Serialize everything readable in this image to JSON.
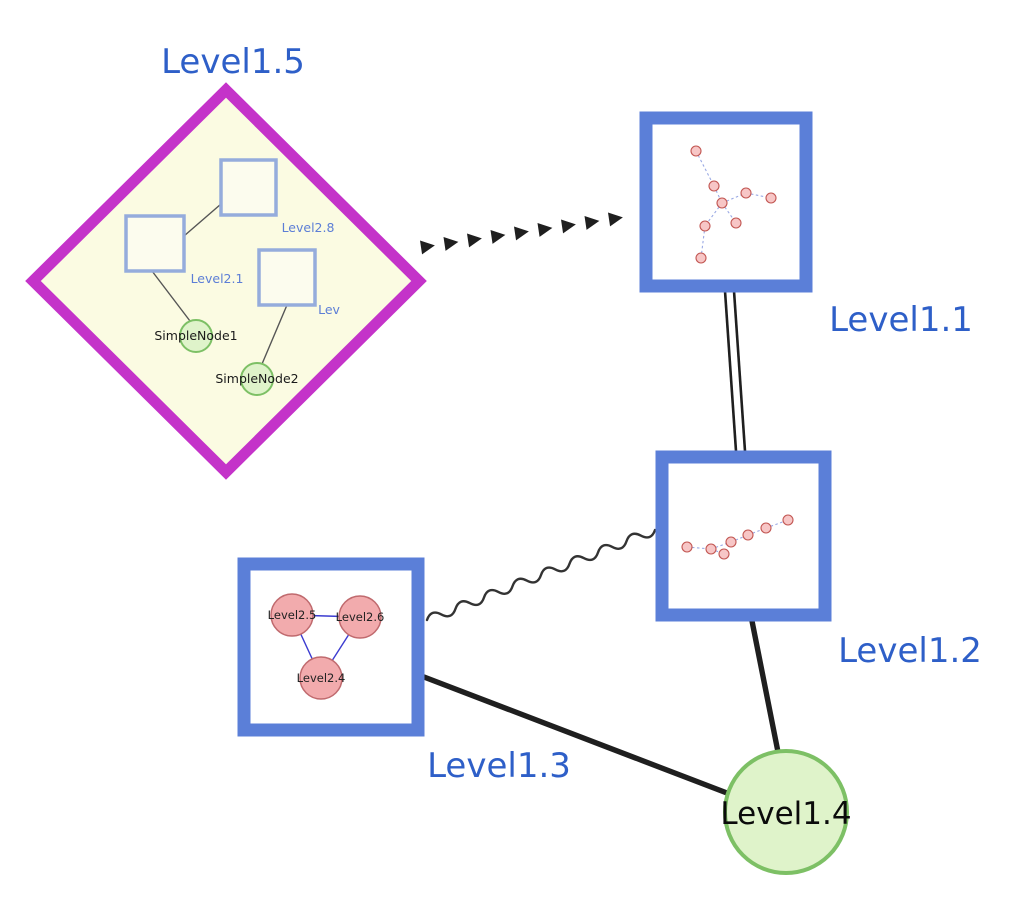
{
  "diagram": {
    "type": "nested-graph-visualization",
    "background": "#FFFFFF",
    "labels": {
      "level1_5": "Level1.5",
      "level1_1": "Level1.1",
      "level1_2": "Level1.2",
      "level1_3": "Level1.3",
      "level1_4": "Level1.4",
      "level2_8": "Level2.8",
      "level2_1": "Level2.1",
      "level2_trunc": "Lev",
      "simple_node_1": "SimpleNode1",
      "simple_node_2": "SimpleNode2",
      "level2_5": "Level2.5",
      "level2_6": "Level2.6",
      "level2_4": "Level2.4"
    },
    "colors": {
      "label_blue": "#2E5FC8",
      "inner_label_blue": "#5C7ED6",
      "node_border_blue": "#5B7FD8",
      "diamond_border": "#C433C9",
      "diamond_fill": "#FBFBE2",
      "inner_square_fill": "#FCFCEE",
      "inner_square_border": "#95ACDC",
      "green_fill": "#DFF3CA",
      "green_border": "#7DC065",
      "pink_fill": "#F2ABAD",
      "pink_border": "#C06A6E",
      "mini_dot_fill": "#F7C6C6",
      "mini_dot_border": "#C25652",
      "edge_dark": "#1F1F1F",
      "thin_edge_gray": "#555555",
      "inner_edge_blue": "#3B3BD0",
      "dashed_blue": "#9AA9E4",
      "wavy_gray": "#333333",
      "text_dark": "#1A1A1A"
    },
    "edges": [
      {
        "from": "Level1.5",
        "to": "Level1.1",
        "style": "dashed-arrowheads"
      },
      {
        "from": "Level1.1",
        "to": "Level1.2",
        "style": "double-line"
      },
      {
        "from": "Level1.3",
        "to": "Level1.2",
        "style": "wavy"
      },
      {
        "from": "Level1.3",
        "to": "Level1.4",
        "style": "solid-thick"
      },
      {
        "from": "Level1.2",
        "to": "Level1.4",
        "style": "solid-thick"
      },
      {
        "from": "Level2.1",
        "to": "Level2.8",
        "style": "thin"
      },
      {
        "from": "Level2.1",
        "to": "SimpleNode1",
        "style": "thin"
      },
      {
        "from": "Lev",
        "to": "SimpleNode2",
        "style": "thin"
      },
      {
        "from": "Level2.5",
        "to": "Level2.6",
        "style": "thin-blue"
      },
      {
        "from": "Level2.5",
        "to": "Level2.4",
        "style": "thin-blue"
      },
      {
        "from": "Level2.6",
        "to": "Level2.4",
        "style": "thin-blue"
      }
    ]
  }
}
